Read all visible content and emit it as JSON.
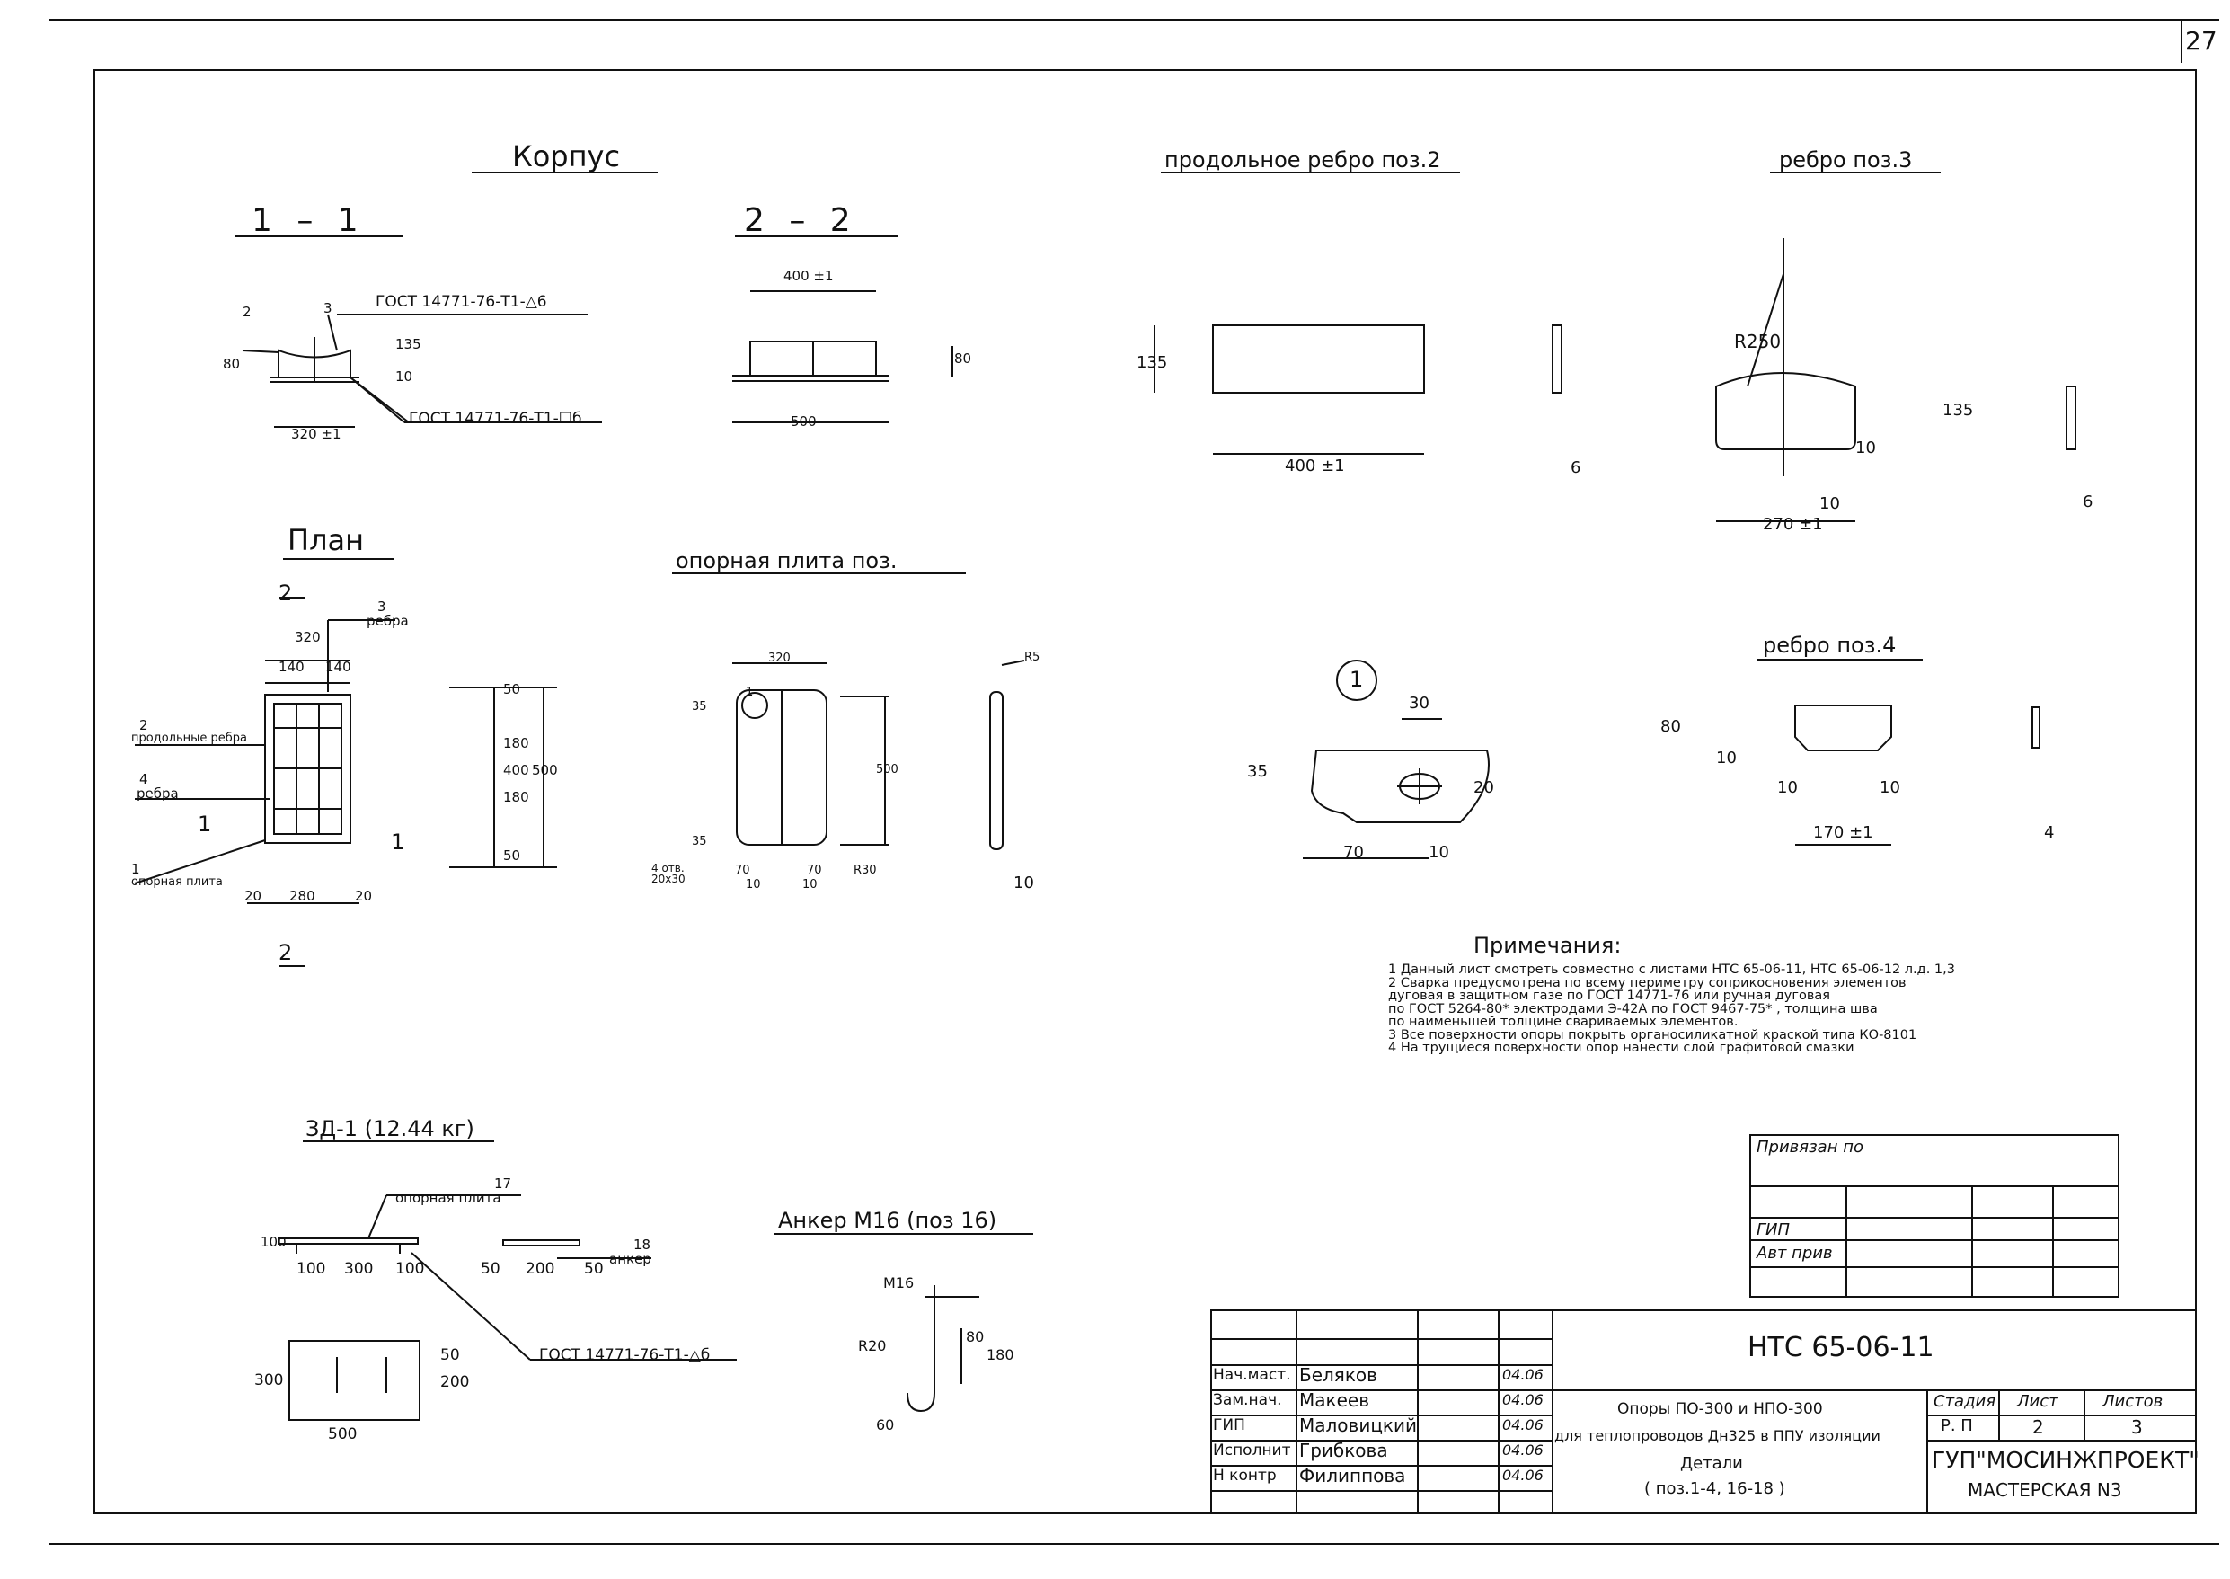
{
  "sheet_number_partial": "27",
  "headings": {
    "korpus": "Корпус",
    "section_1": "1 – 1",
    "section_2": "2 – 2",
    "plan": "План",
    "opornaya_plita": "опорная плита поз.",
    "prodolnoe_rebro": "продольное ребро поз.2",
    "rebro_3": "ребро поз.3",
    "rebro_4": "ребро поз.4",
    "zd1": "ЗД-1 (12.44 кг)",
    "anker": "Анкер М16 (поз 16)"
  },
  "weld_notes": {
    "gost_t1_d6": "ГОСТ 14771-76-Т1-△6",
    "gost_t1_box6": "ГОСТ 14771-76-Т1-☐б",
    "gost_t1_d6_zd": "ГОСТ 14771-76-Т1-△б"
  },
  "labels": {
    "rebra": "ребра",
    "prodolnye_rebra": "продольные ребра",
    "opornaya_plita_lbl": "опорная плита",
    "anker_lbl": "анкер",
    "otv": "4 отв.",
    "otv_size": "20х30",
    "detail_1": "1"
  },
  "dims": {
    "d400pm1": "400 ±1",
    "d320pm1": "320 ±1",
    "d500": "500",
    "d80": "80",
    "d10": "10",
    "d135": "135",
    "d3": "3",
    "d2": "2",
    "d1": "1",
    "d4": "4",
    "d320": "320",
    "d140": "140",
    "d280": "280",
    "d20": "20",
    "d180": "180",
    "d400": "400",
    "d50": "50",
    "d35": "35",
    "d70": "70",
    "r30": "R30",
    "r5": "R5",
    "r250": "R250",
    "d6": "6",
    "d270pm1": "270 ±1",
    "d170pm1": "170 ±1",
    "d30": "30",
    "d17": "17",
    "d18": "18",
    "d100": "100",
    "d300": "300",
    "d200": "200",
    "m16": "М16",
    "r20": "R20",
    "d60": "60"
  },
  "notes": {
    "title": "Примечания:",
    "items": [
      "1  Данный лист смотреть совместно с листами НТС 65-06-11,  НТС 65-06-12  л.д. 1,3",
      "2  Сварка предусмотрена по всему периметру соприкосновения элементов",
      "    дуговая в защитном газе по ГОСТ 14771-76 или ручная дуговая",
      "    по ГОСТ 5264-80* электродами Э-42А по ГОСТ 9467-75* , толщина шва",
      "    по наименьшей толщине свариваемых элементов.",
      "3  Все поверхности опоры покрыть органосиликатной краской типа КО-8101",
      "4  На трущиеся поверхности опор нанести слой графитовой смазки"
    ]
  },
  "privyazan": {
    "title": "Привязан по",
    "gip": "ГИП",
    "avt": "Авт прив"
  },
  "title_block": {
    "doc_code": "НТС 65-06-11",
    "people": [
      {
        "role": "Нач.маст.",
        "name": "Беляков",
        "date": "04.06"
      },
      {
        "role": "Зам.нач.",
        "name": "Макеев",
        "date": "04.06"
      },
      {
        "role": "ГИП",
        "name": "Маловицкий",
        "date": "04.06"
      },
      {
        "role": "Исполнит",
        "name": "Грибкова",
        "date": "04.06"
      },
      {
        "role": "Н контр",
        "name": "Филиппова",
        "date": "04.06"
      }
    ],
    "desc_line1": "Опоры ПО-300 и НПО-300",
    "desc_line2": "для теплопроводов Дн325 в ППУ изоляции",
    "desc_line3": "Детали",
    "desc_line4": "( поз.1-4, 16-18 )",
    "stage_hdr": "Стадия",
    "sheet_hdr": "Лист",
    "sheets_hdr": "Листов",
    "stage": "Р. П",
    "sheet": "2",
    "sheets": "3",
    "org": "ГУП\"МОСИНЖПРОЕКТ\"",
    "workshop": "МАСТЕРСКАЯ N3"
  }
}
